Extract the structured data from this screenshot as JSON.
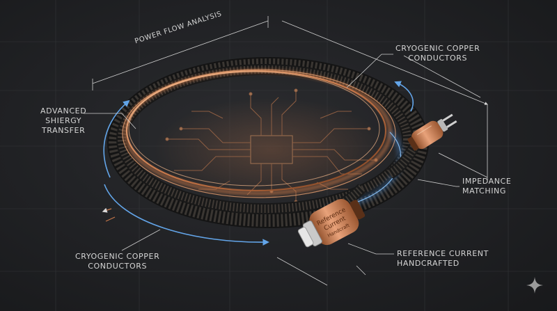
{
  "labels": {
    "power_flow": "POWER FLOW ANALYSIS",
    "cryogenic_top_line1": "CRYOGENIC COPPER",
    "cryogenic_top_line2": "CONDUCTORS",
    "synergy_line1": "ADVANCED",
    "synergy_line2": "SHIERGY",
    "synergy_line3": "TRANSFER",
    "impedance_line1": "IMPEDANCE",
    "impedance_line2": "MATCHING",
    "cryogenic_bottom_line1": "CRYOGENIC COPPER",
    "cryogenic_bottom_line2": "CONDUCTORS",
    "reference_line1": "REFERENCE CURRENT",
    "reference_line2": "HANDCRAFTED"
  },
  "plug_engraving": {
    "line1": "Reference",
    "line2": "Current",
    "line3": "Handcraft"
  },
  "colors": {
    "background": "#1c1d1f",
    "copper": "#c8784a",
    "copper_light": "#f0b48a",
    "glow_blue": "#5aa8ff",
    "line": "#d8d8d8"
  },
  "icons": {
    "corner_mark": "sparkle-icon"
  }
}
